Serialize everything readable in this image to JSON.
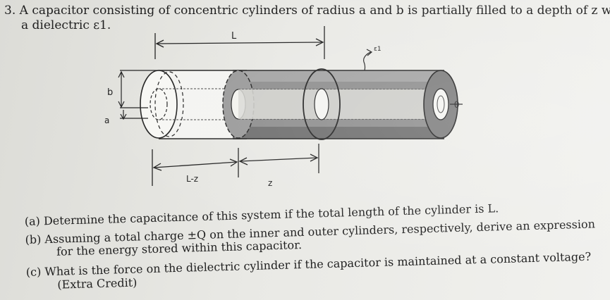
{
  "problem": {
    "number": "3.",
    "statement_line1": "A capacitor consisting of concentric cylinders of radius a and b is partially filled to a depth of z with",
    "statement_line2": "a dielectric ε1."
  },
  "figure": {
    "label_L": "L",
    "label_b": "b",
    "label_a": "a",
    "label_Lz": "L-z",
    "label_z": "z",
    "label_eps": "ε1"
  },
  "parts": {
    "a": "(a) Determine the capacitance of this system if the total length of the cylinder is L.",
    "b_line1": "(b) Assuming a total charge ±Q on the inner and outer cylinders, respectively, derive an expression",
    "b_line2": "for the energy stored within this capacitor.",
    "c_line1": "(c) What is the force on the dielectric cylinder if the capacitor is maintained at a constant voltage?",
    "c_line2": "(Extra Credit)"
  },
  "colors": {
    "paper": "#e9e9e5",
    "ink": "#1f1f1f",
    "dielectric": "#8e8e8e",
    "dielectric_dark": "#6f6f6f"
  }
}
